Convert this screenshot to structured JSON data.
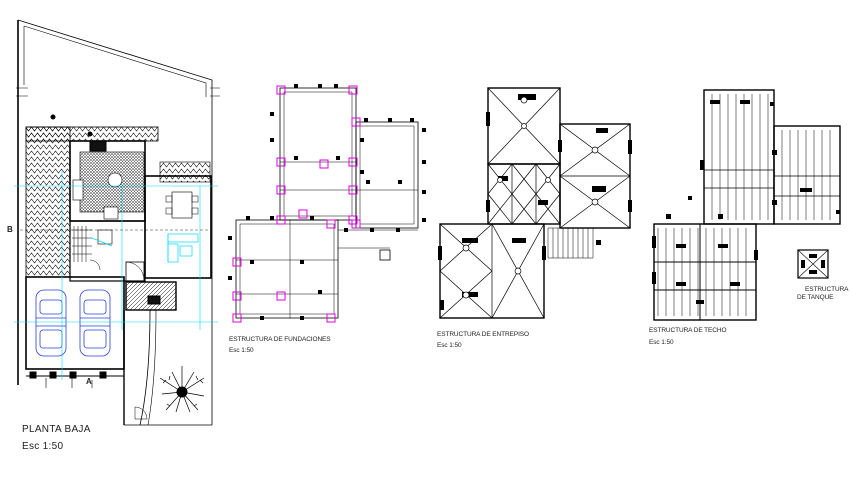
{
  "plans": {
    "ground_floor": {
      "title": "PLANTA BAJA",
      "scale": "Esc 1:50"
    },
    "foundations": {
      "title": "ESTRUCTURA DE FUNDACIONES",
      "scale": "Esc 1:50"
    },
    "mezzanine": {
      "title": "ESTRUCTURA DE ENTREPISO",
      "scale": "Esc 1:50"
    },
    "roof": {
      "title": "ESTRUCTURA DE TECHO",
      "scale": "Esc 1:50"
    },
    "tank": {
      "title_line1": "ESTRUCTURA",
      "title_line2": "DE TANQUE"
    }
  },
  "section_marks": {
    "a": "A",
    "b": "B"
  },
  "colors": {
    "lines": "#000000",
    "columns": "#e000e0",
    "dimensions": "#00d8ff",
    "cars": "#2a3fe0"
  }
}
